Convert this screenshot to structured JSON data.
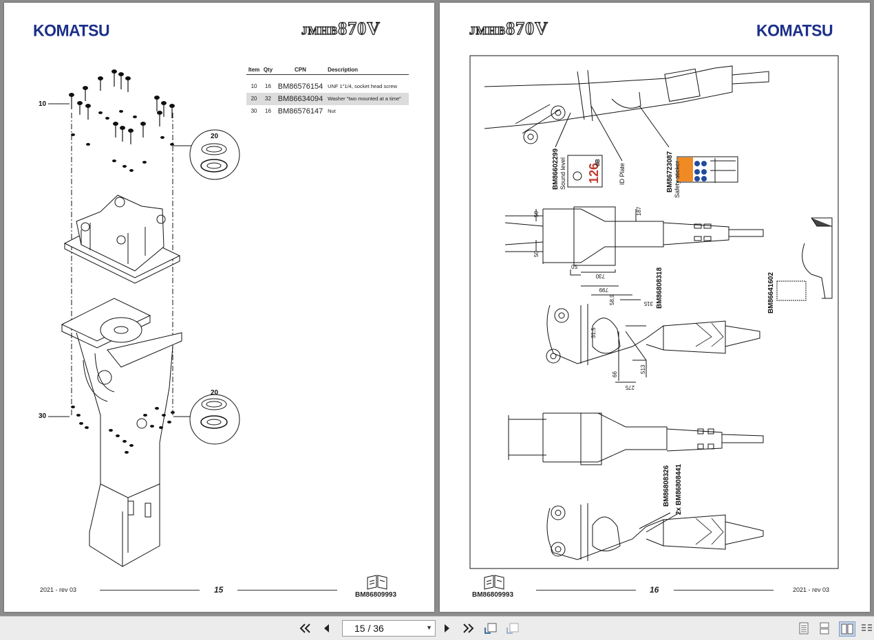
{
  "left_page": {
    "brand": "KOMATSU",
    "model_prefix": "JMHB",
    "model_number": "870V",
    "callouts": [
      "10",
      "30",
      "20",
      "20"
    ],
    "table": {
      "headers": [
        "Item",
        "Qty",
        "CPN",
        "Description"
      ],
      "rows": [
        {
          "item": "10",
          "qty": "16",
          "cpn": "BM86576154",
          "desc": "UNF 1\"1/4, socket head screw"
        },
        {
          "item": "20",
          "qty": "32",
          "cpn": "BM86634094",
          "desc": "Washer \"two mounted at a time\""
        },
        {
          "item": "30",
          "qty": "16",
          "cpn": "BM86576147",
          "desc": "Nut"
        }
      ]
    },
    "footer_date": "2021 -  rev 03",
    "page_number": "15",
    "doc_number": "BM86809993"
  },
  "right_page": {
    "brand": "KOMATSU",
    "model_prefix": "JMHB",
    "model_number": "870V",
    "labels": {
      "sound_part": "BM86602299",
      "sound_text": "Sound level",
      "sound_value": "126",
      "sound_unit": "dB",
      "id_plate": "ID Plate",
      "safety_part": "BM86723087",
      "safety_text": "Safety sticker",
      "side_part": "BM86641602",
      "dim_part": "BM86808318",
      "bottom_part_1": "BM86808326",
      "bottom_part_2": "2x BM86808441"
    },
    "dims": [
      "50",
      "50",
      "187",
      "50",
      "730",
      "799",
      "58,9",
      "315",
      "31,5",
      "66",
      "513",
      "275"
    ],
    "footer_date": "2021 -  rev 03",
    "page_number": "16",
    "doc_number": "BM86809993"
  },
  "toolbar": {
    "page_indicator": "15 / 36",
    "icons": [
      "first-page-icon",
      "prev-page-icon",
      "next-page-icon",
      "last-page-icon",
      "fit-page-icon",
      "fit-width-icon",
      "single-page-icon",
      "continuous-icon",
      "two-page-icon",
      "two-page-continuous-icon"
    ]
  }
}
